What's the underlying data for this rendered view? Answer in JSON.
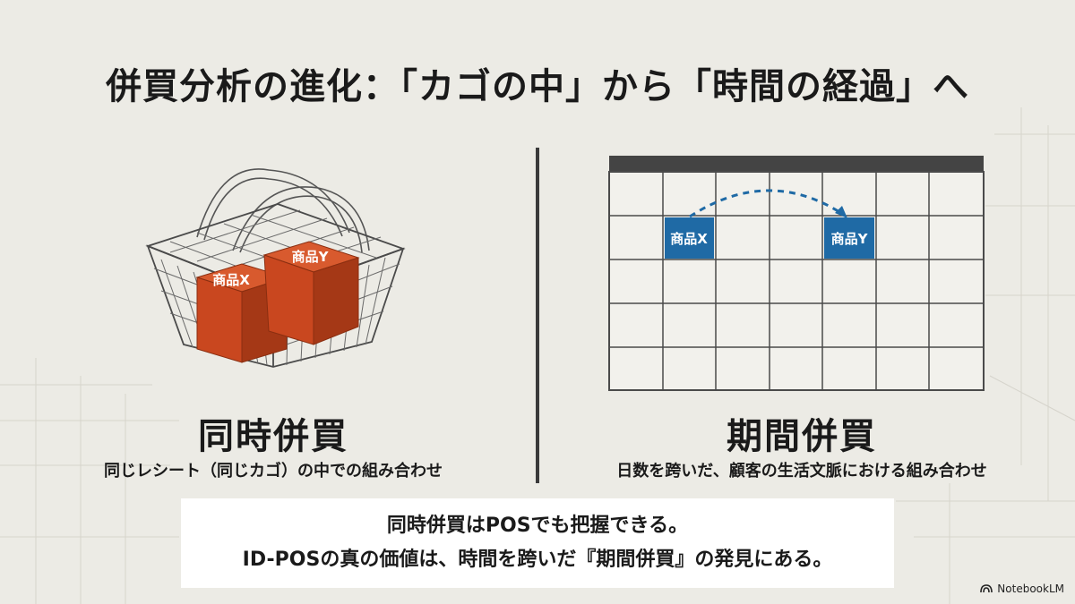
{
  "title": "併買分析の進化：「カゴの中」から「時間の経過」へ",
  "left_panel": {
    "heading": "同時併買",
    "subtitle": "同じレシート（同じカゴ）の中での組み合わせ",
    "items": [
      "商品X",
      "商品Y"
    ],
    "colors": {
      "box": "#c9471f",
      "box_dark": "#9b3212"
    }
  },
  "right_panel": {
    "heading": "期間併買",
    "subtitle": "日数を跨いだ、顧客の生活文脈における組み合わせ",
    "items": [
      "商品X",
      "商品Y"
    ],
    "colors": {
      "cell": "#1f6aa5",
      "arrow": "#1f6aa5"
    }
  },
  "callout": {
    "line1": "同時併買はPOSでも把握できる。",
    "line2": "ID-POSの真の価値は、時間を跨いだ『期間併買』の発見にある。"
  },
  "brand": {
    "label": "NotebookLM",
    "icon": "notebooklm-logo-icon"
  }
}
